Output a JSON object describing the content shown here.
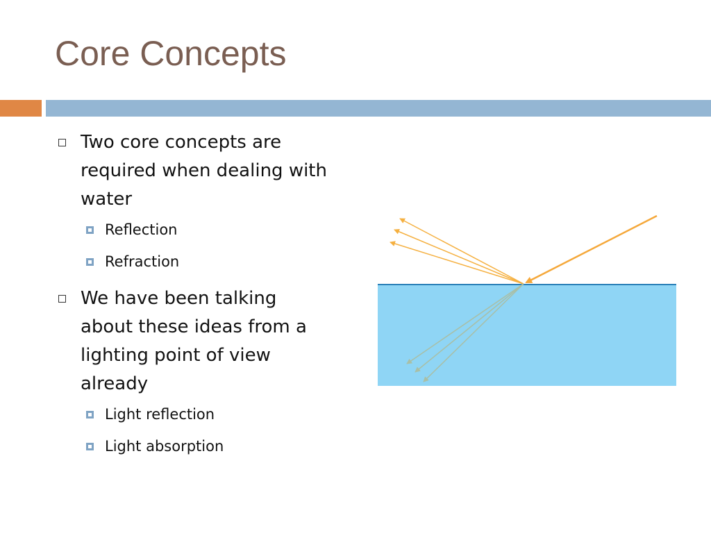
{
  "slide": {
    "title": "Core Concepts"
  },
  "bullets": [
    {
      "text": "Two core concepts are required when dealing with water",
      "sub": [
        "Reflection",
        "Refraction"
      ]
    },
    {
      "text": "We have been talking about these ideas from a lighting point of view already",
      "sub": [
        "Light reflection",
        "Light absorption"
      ]
    }
  ],
  "colors": {
    "title": "#7a5e52",
    "accent_bar": "#e08745",
    "main_bar": "#94b6d3",
    "water": "#8fd5f5",
    "water_surface": "#2a80b8",
    "incident_ray": "#f5a83a",
    "reflected_rays": "#f5b040",
    "refracted_rays": "#a9bfa6"
  },
  "diagram": {
    "incident_ray_count": 1,
    "reflected_ray_count": 3,
    "refracted_ray_count": 3
  }
}
